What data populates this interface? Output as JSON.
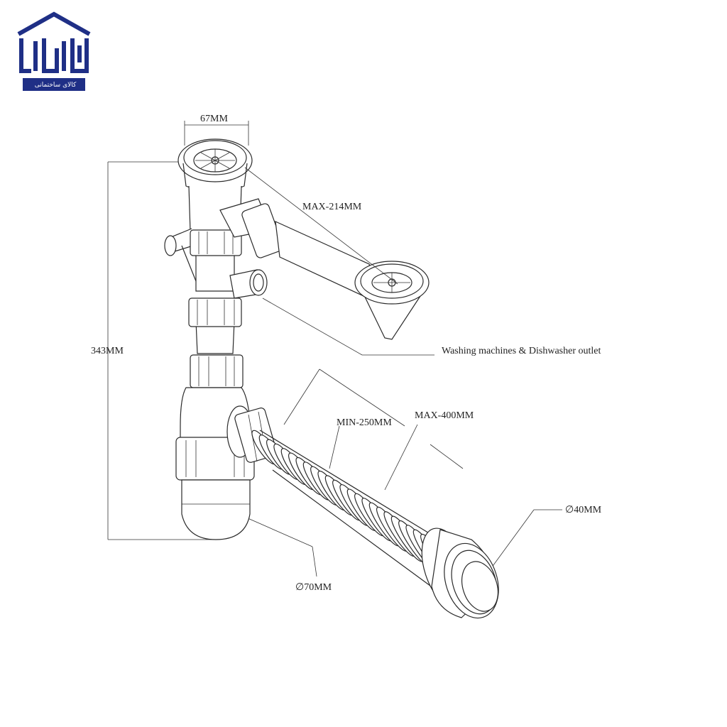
{
  "brand": {
    "logo_text": "کالای ساختمانی",
    "logo_color": "#1f2f86"
  },
  "dimensions": {
    "top_width": "67MM",
    "max_length": "MAX-214MM",
    "total_height": "343MM",
    "outlet_label": "Washing machines & Dishwasher outlet",
    "hose_min": "MIN-250MM",
    "hose_max": "MAX-400MM",
    "hose_diameter": "∅40MM",
    "trap_diameter": "∅70MM"
  },
  "colors": {
    "line": "#2a2a2a",
    "background": "#ffffff"
  }
}
